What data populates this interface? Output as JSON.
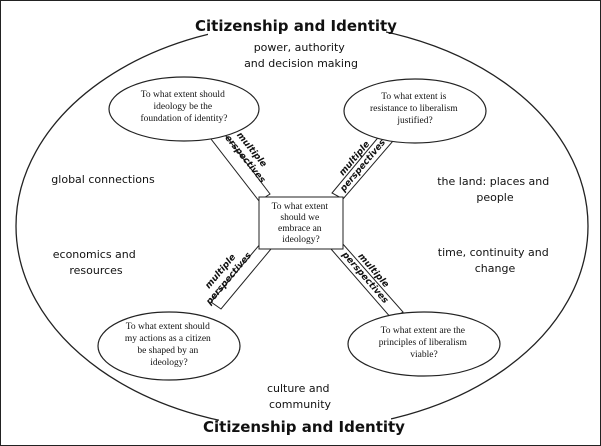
{
  "title_top": "Citizenship and Identity",
  "title_bottom": "Citizenship and Identity",
  "center_question": [
    "To what extent",
    "should we",
    "embrace an",
    "ideology?"
  ],
  "questions": {
    "top_left": [
      "To what extent should",
      "ideology be the",
      "foundation of identity?"
    ],
    "top_right": [
      "To what extent is",
      "resistance to liberalism",
      "justified?"
    ],
    "bottom_left": [
      "To what extent should",
      "my actions as a citizen",
      "be shaped by an",
      "ideology?"
    ],
    "bottom_right": [
      "To what extent are the",
      "principles of liberalism",
      "viable?"
    ]
  },
  "connector_label": [
    "multiple",
    "perspectives"
  ],
  "themes": {
    "top": [
      "power, authority",
      "and decision making"
    ],
    "left_upper": [
      "global connections"
    ],
    "left_lower": [
      "economics and",
      "resources"
    ],
    "right_upper": [
      "the land: places and",
      "people"
    ],
    "right_lower": [
      "time, continuity and",
      "change"
    ],
    "bottom": [
      "culture and",
      "community"
    ]
  }
}
